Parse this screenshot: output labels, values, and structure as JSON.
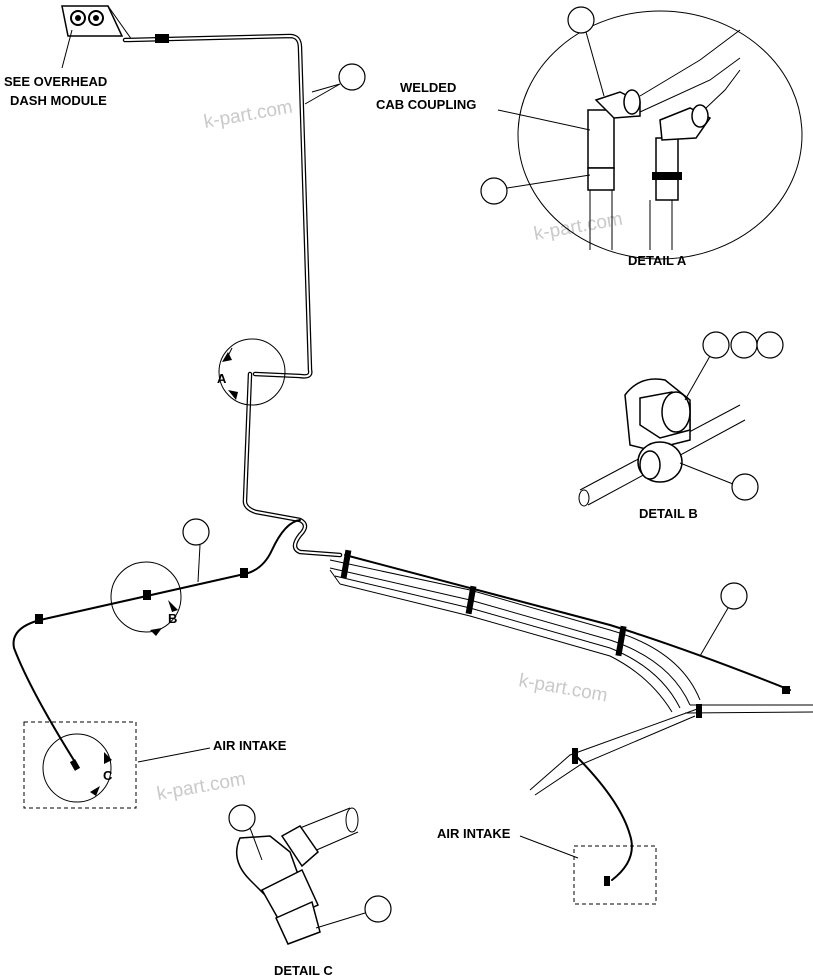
{
  "labels": {
    "overhead_line1": "SEE OVERHEAD",
    "overhead_line2": "DASH MODULE",
    "welded_line1": "WELDED",
    "welded_line2": "CAB COUPLING",
    "detail_a": "DETAIL A",
    "detail_b": "DETAIL B",
    "detail_c": "DETAIL C",
    "air_intake_left": "AIR INTAKE",
    "air_intake_right": "AIR INTAKE",
    "ref_a": "A",
    "ref_b": "B",
    "ref_c": "C"
  },
  "watermark": "k-part.com",
  "colors": {
    "line": "#000000",
    "background": "#ffffff",
    "watermark": "#c9c9c9"
  }
}
